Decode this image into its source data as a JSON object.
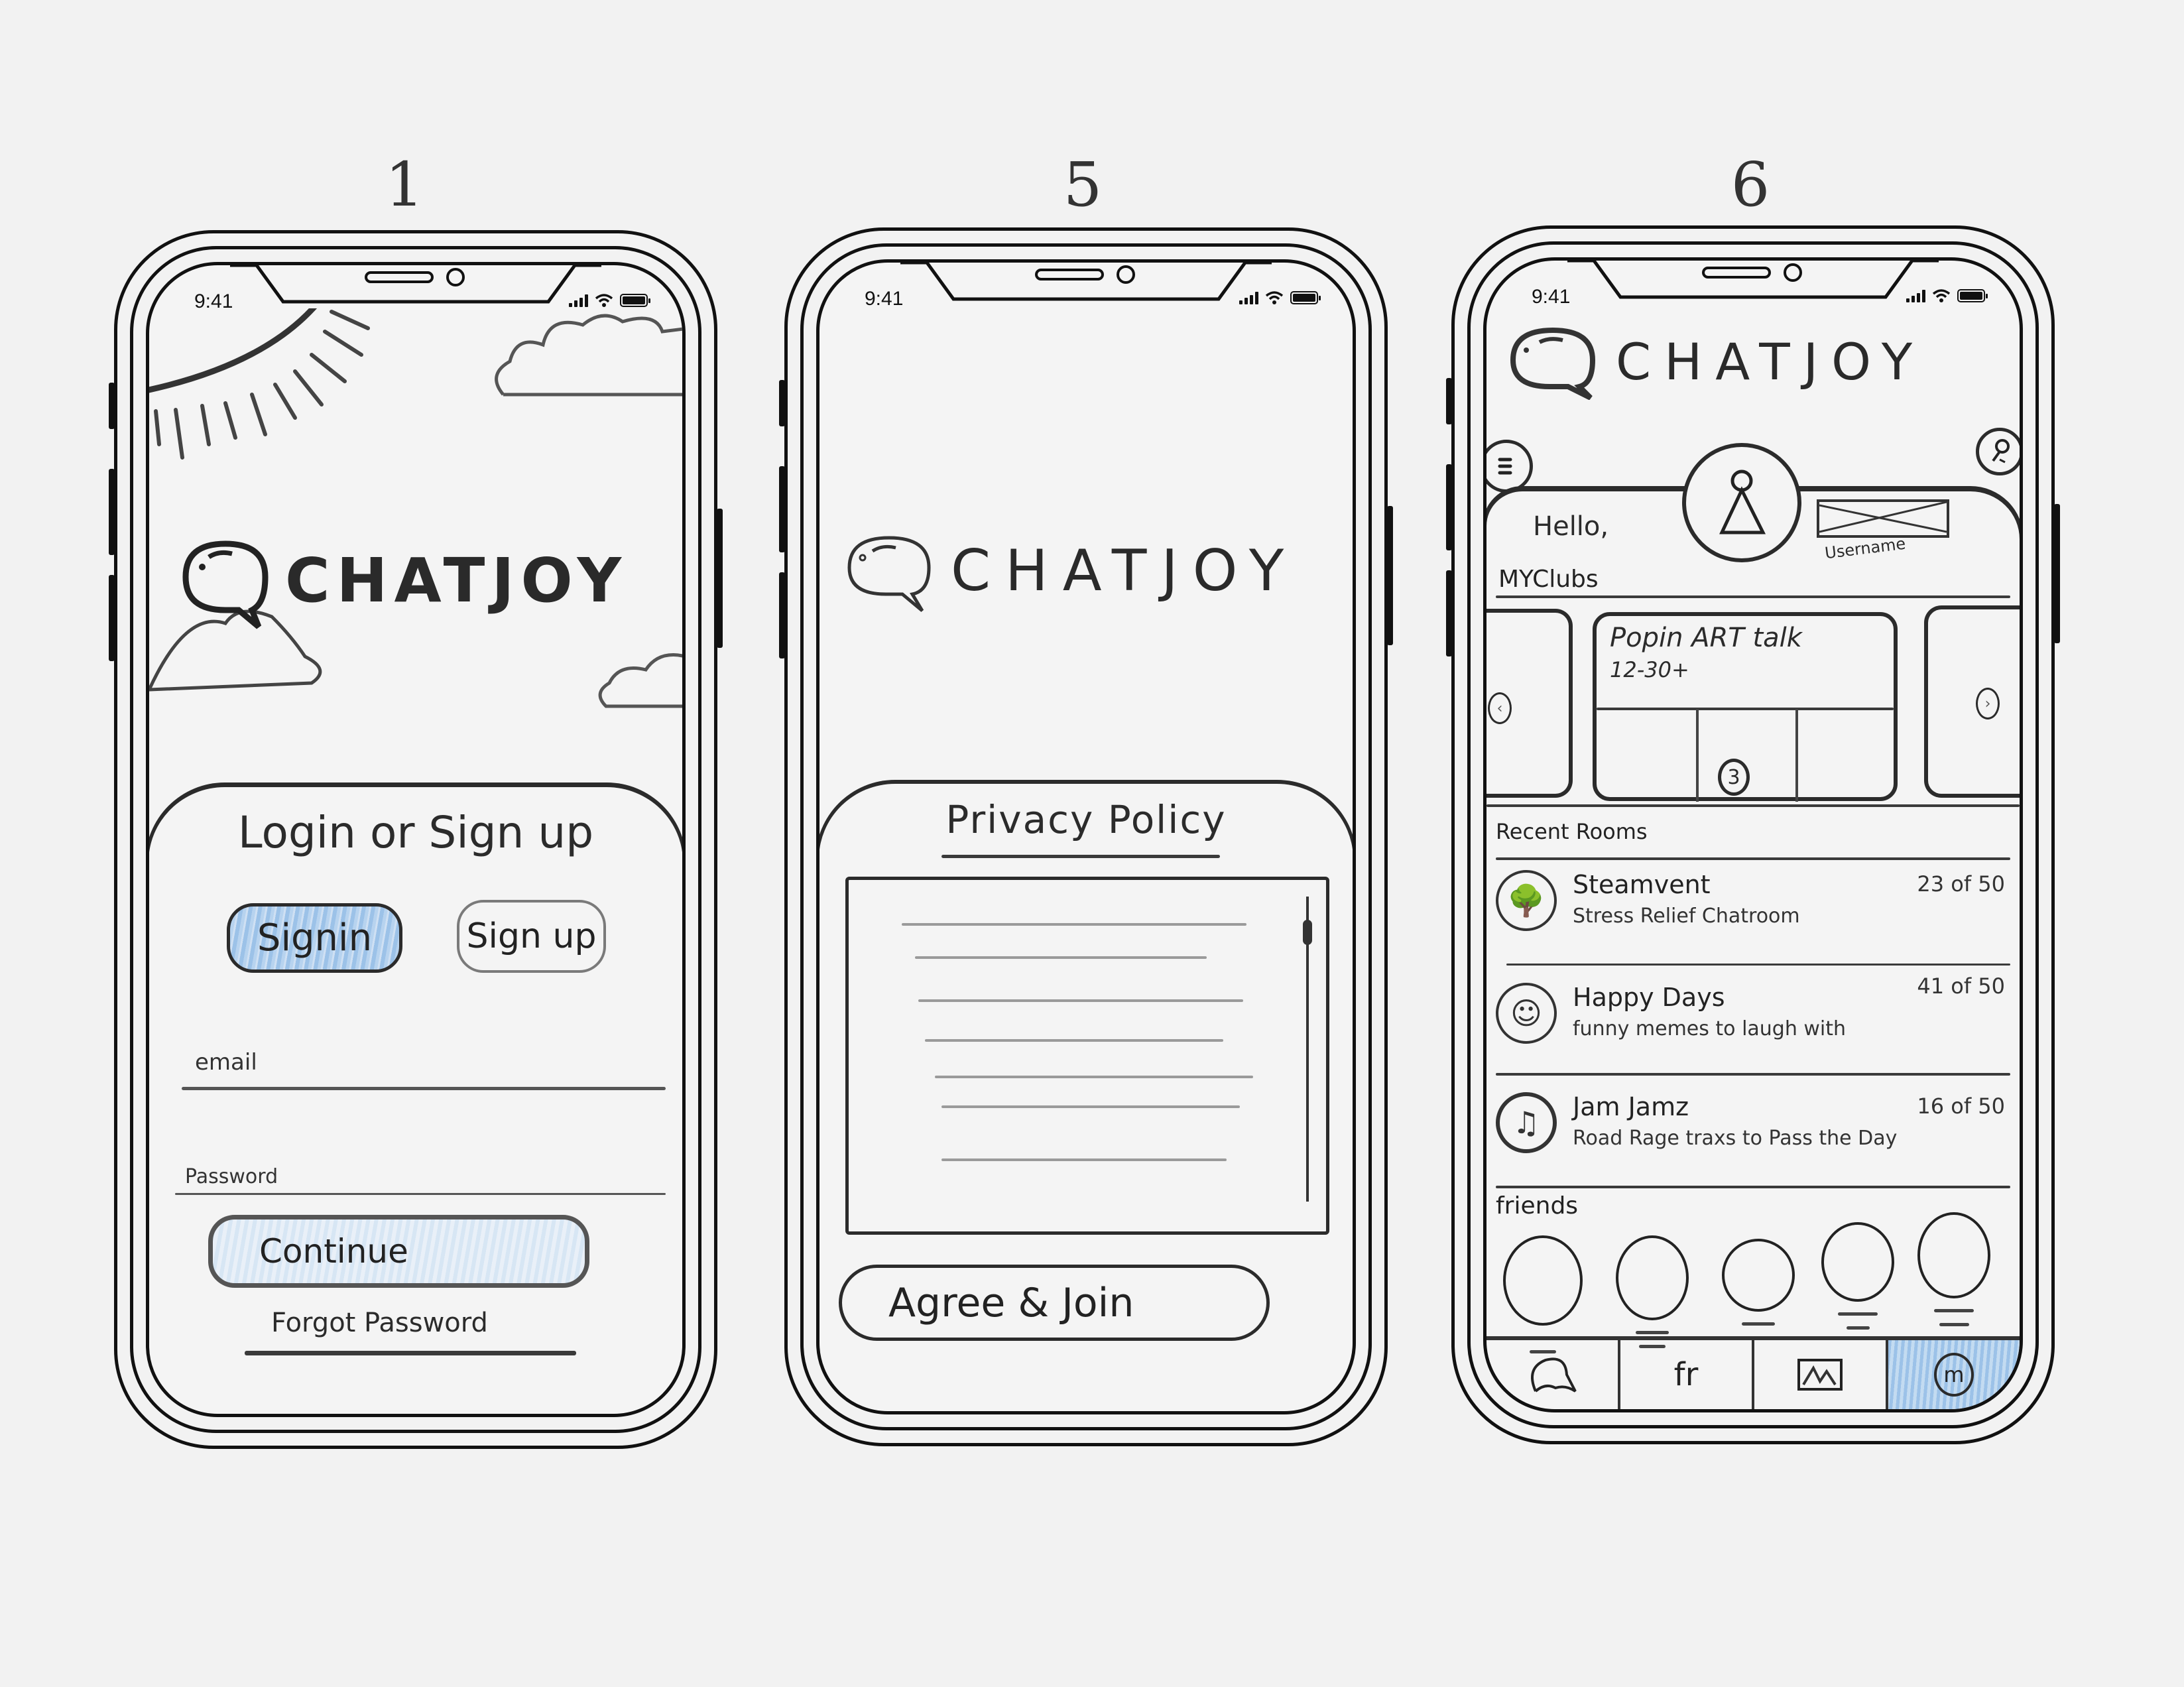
{
  "frames": [
    {
      "number": "1",
      "status_time": "9:41",
      "logo_text": "CHATJOY",
      "card_title": "Login or Sign up",
      "signin_label": "Signin",
      "signup_label": "Sign up",
      "email_label": "email",
      "password_label": "Password",
      "continue_label": "Continue",
      "forgot_label": "Forgot Password"
    },
    {
      "number": "5",
      "status_time": "9:41",
      "logo_text": "CHATJOY",
      "policy_title": "Privacy Policy",
      "agree_label": "Agree & Join"
    },
    {
      "number": "6",
      "status_time": "9:41",
      "logo_text": "CHATJOY",
      "greeting": "Hello,",
      "username_label": "Username",
      "my_clubs_label": "MYClubs",
      "club": {
        "title": "Popin ART talk",
        "subtitle": "12-30+",
        "badge": "3"
      },
      "recent_rooms_label": "Recent Rooms",
      "rooms": [
        {
          "name": "Steamvent",
          "desc": "Stress Relief Chatroom",
          "count": "23 of 50",
          "icon": "tree-icon"
        },
        {
          "name": "Happy Days",
          "desc": "funny memes to laugh with",
          "count": "41 of 50",
          "icon": "smiley-icon"
        },
        {
          "name": "Jam Jamz",
          "desc": "Road Rage traxs to Pass the Day",
          "count": "16 of 50",
          "icon": "music-note-icon"
        }
      ],
      "friends_label": "friends",
      "friends_count": 5,
      "tabs": [
        {
          "label": "",
          "icon": "chat-bubble-icon"
        },
        {
          "label": "fr",
          "icon": "friends-icon"
        },
        {
          "label": "",
          "icon": "image-icon"
        },
        {
          "label": "m",
          "icon": "me-icon",
          "active": true
        }
      ]
    }
  ],
  "colors": {
    "paper": "#f2f2f2",
    "ink": "#2b2b2b",
    "pencil_blue": "#9cc2e8"
  }
}
